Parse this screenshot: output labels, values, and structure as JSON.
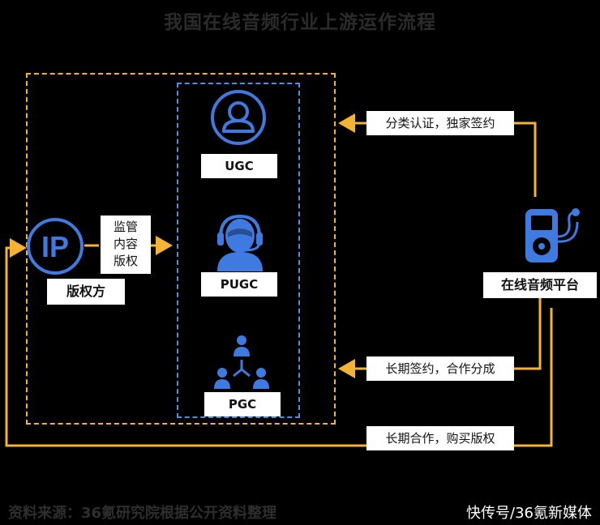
{
  "title": "我国在线音频行业上游运作流程",
  "nodes": {
    "ugc": "UGC",
    "pugc": "PUGC",
    "pgc": "PGC",
    "ip_icon": "IP",
    "copyright_owner": "版权方",
    "platform": "在线音频平台"
  },
  "edges": {
    "supervise": "监管\n内容\n版权",
    "certify": "分类认证，独家签约",
    "long_term_sign": "长期签约，合作分成",
    "buy_copyright": "长期合作，购买版权"
  },
  "footer": {
    "source": "资料来源：36氪研究院根据公开资料整理",
    "watermark": "快传号/36氪新媒体"
  },
  "colors": {
    "orange": "#f5b335",
    "blue": "#3f7ae0"
  },
  "icons": [
    "user-icon",
    "headset-user-icon",
    "org-chart-icon",
    "ip-icon",
    "mp3-player-icon"
  ]
}
